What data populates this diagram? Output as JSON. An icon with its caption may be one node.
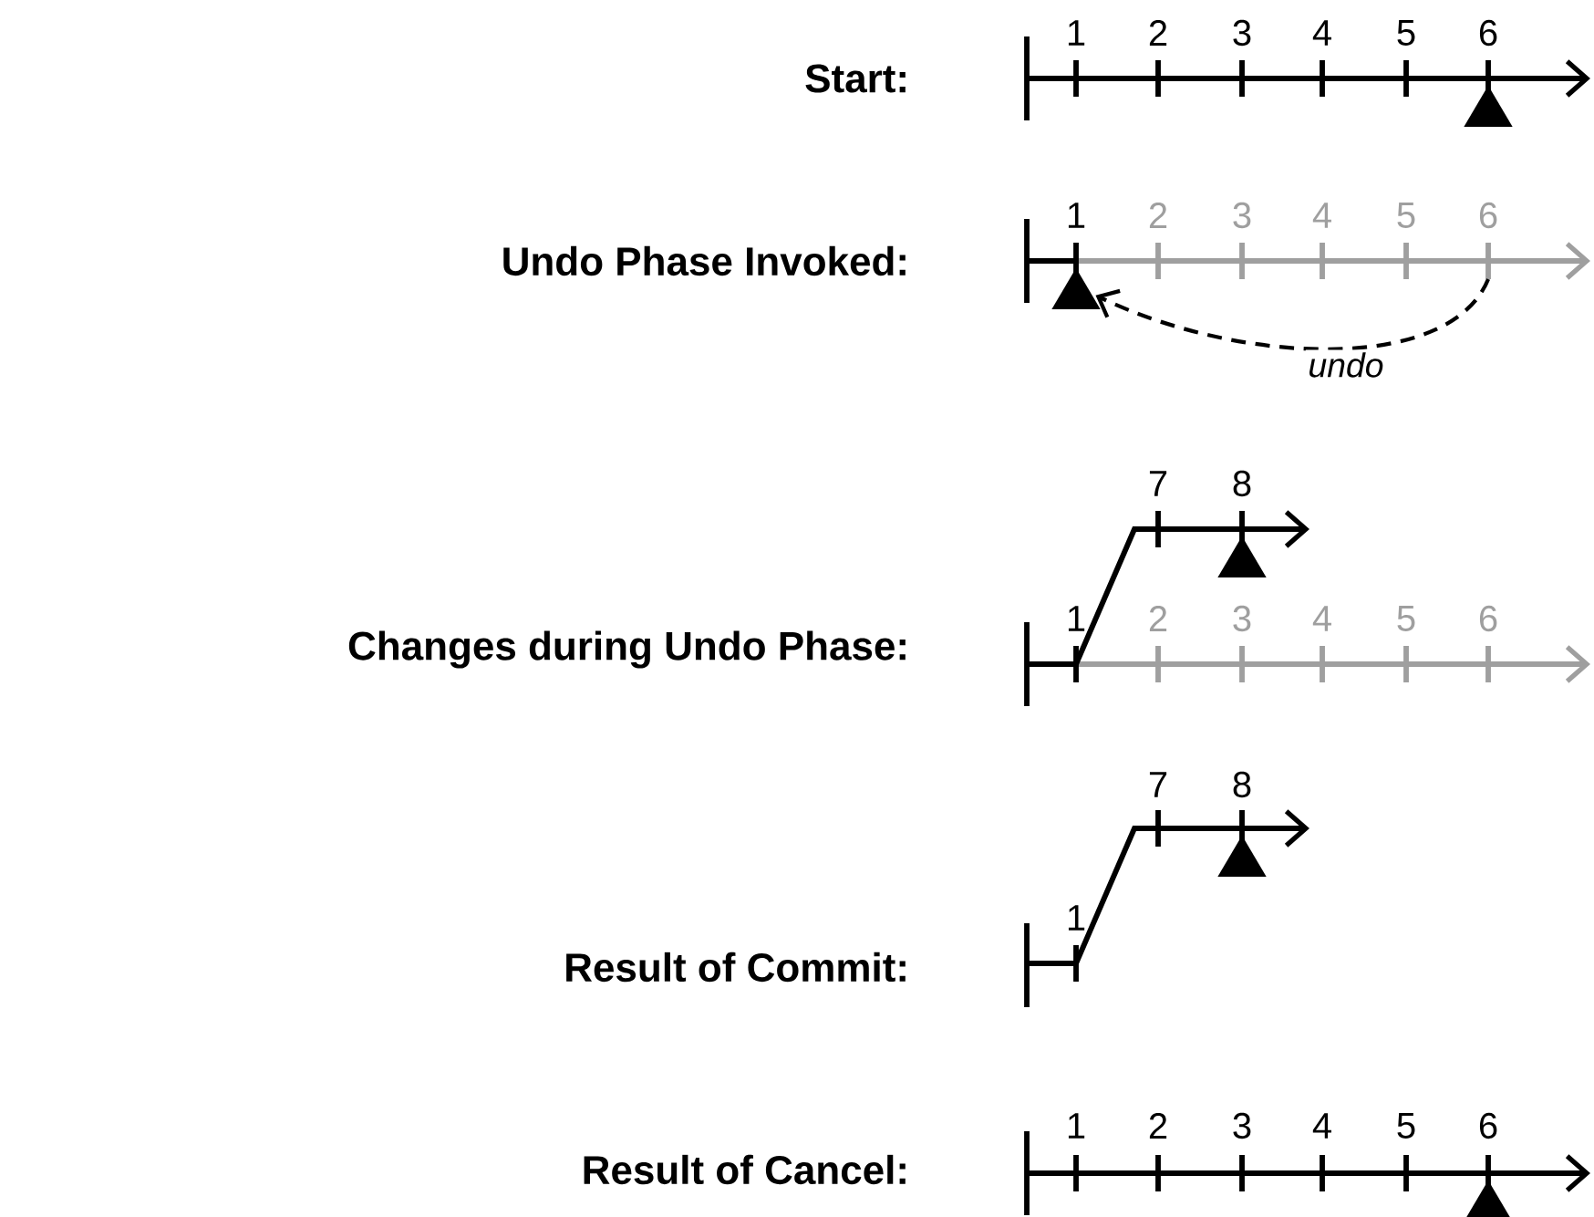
{
  "diagram": {
    "nodes": [
      {
        "text": [],
        "shape": "triangle"
      },
      {
        "text": [],
        "shape": "triangle"
      },
      {
        "text": [],
        "shape": "triangle"
      },
      {
        "text": [],
        "shape": "triangle"
      },
      {
        "text": [],
        "shape": "triangle"
      }
    ],
    "edges": [
      {
        "from": null,
        "to": 1,
        "arrow": "to",
        "style": "dashed",
        "label": "undo"
      }
    ],
    "labels": [
      "Start:",
      "1",
      "2",
      "3",
      "4",
      "5",
      "6",
      "Undo Phase Invoked:",
      "1",
      "2",
      "3",
      "4",
      "5",
      "6",
      "7",
      "8",
      "Changes during Undo Phase:",
      "1",
      "2",
      "3",
      "4",
      "5",
      "6",
      "7",
      "8",
      "Result of Commit:",
      "1",
      "Result of Cancel:",
      "1",
      "2",
      "3",
      "4",
      "5",
      "6"
    ]
  }
}
